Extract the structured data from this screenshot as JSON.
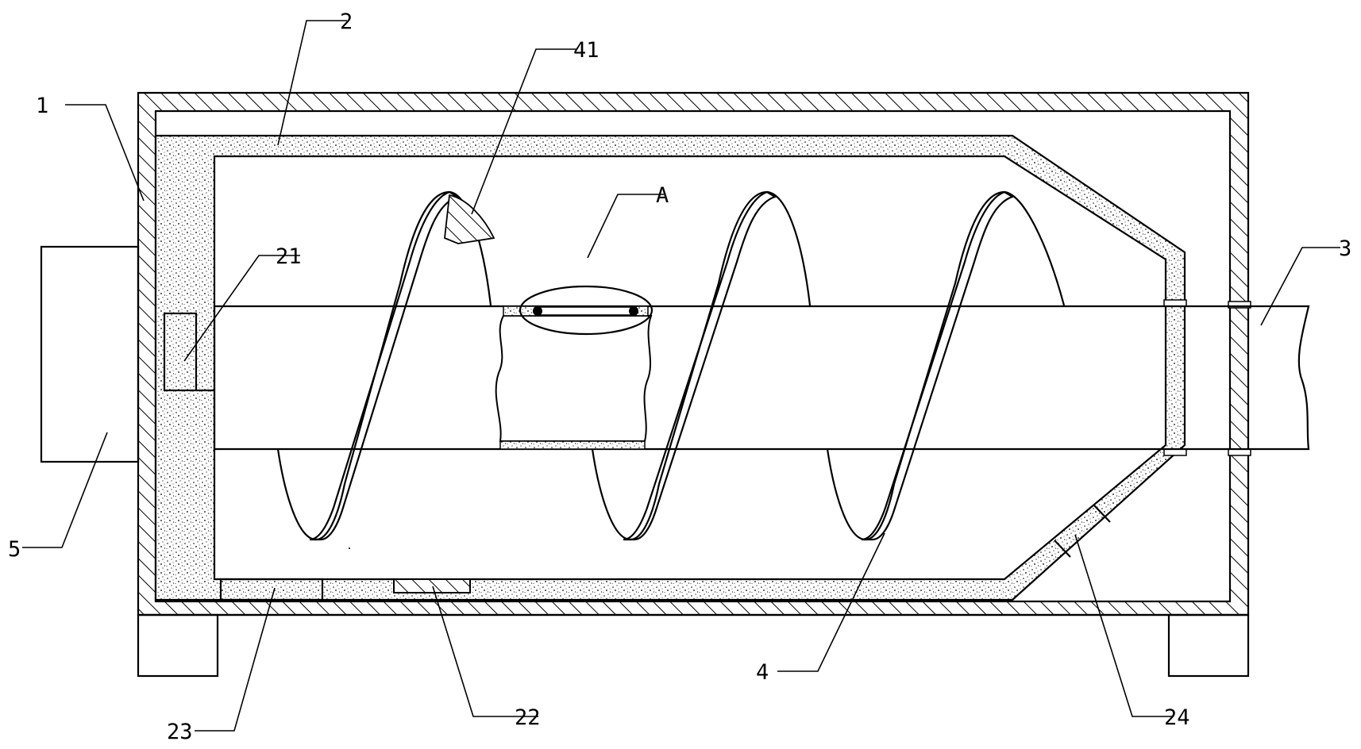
{
  "figure": {
    "labels": {
      "housing": "1",
      "inner_liner": "2",
      "shaft": "3",
      "helical_blade": "4",
      "motor": "5",
      "sensor_block": "21",
      "bottom_plate": "22",
      "discharge_outlet": "23",
      "side_outlet": "24",
      "blade_section": "41",
      "detail_view": "A"
    },
    "colors": {
      "line": "#000000",
      "background": "#ffffff",
      "stipple": "#000000"
    }
  }
}
